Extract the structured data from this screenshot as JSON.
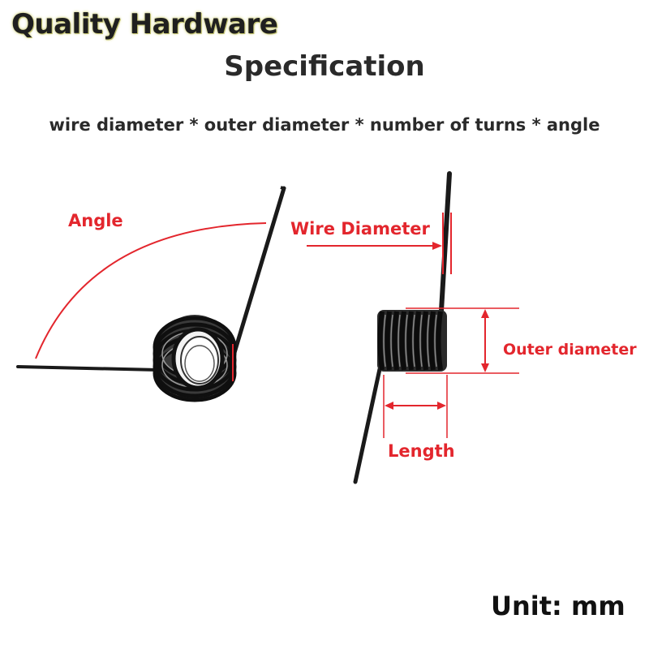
{
  "header": {
    "brand": "Quality Hardware",
    "title": "Specification",
    "subtitle": "wire diameter * outer diameter * number of turns * angle"
  },
  "labels": {
    "angle": "Angle",
    "wire_diameter": "Wire Diameter",
    "outer_diameter": "Outer diameter",
    "length": "Length"
  },
  "footer": {
    "unit": "Unit: mm"
  },
  "colors": {
    "annotation": "#e3262d",
    "spring": "#1a1a1a",
    "text": "#2a2a2a"
  }
}
